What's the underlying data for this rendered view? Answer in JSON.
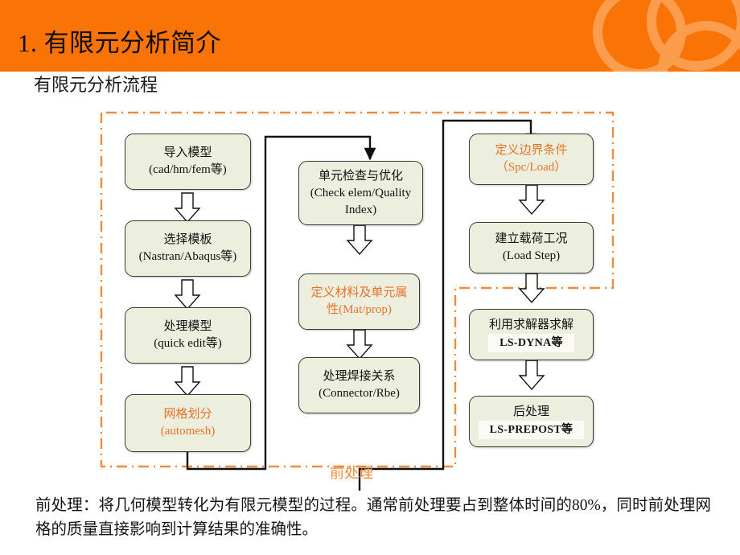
{
  "header": {
    "title": "1. 有限元分析简介",
    "subtitle": "有限元分析流程",
    "band_color": "#f97306",
    "deco_color": "#fb9d4d"
  },
  "flowchart": {
    "zone_label": "前处理",
    "zone_border_color": "#ef8b3c",
    "node_fill": "#ecefdd",
    "node_border": "#3b3b32",
    "accent_text_color": "#e8712a",
    "columns": [
      {
        "name": "preprocess-left",
        "nodes": [
          {
            "id": "import-model",
            "line1": "导入模型",
            "line2": "(cad/hm/fem等)",
            "accent": false
          },
          {
            "id": "select-template",
            "line1": "选择模板",
            "line2": "(Nastran/Abaqus等)",
            "accent": false
          },
          {
            "id": "process-model",
            "line1": "处理模型",
            "line2": "(quick edit等)",
            "accent": false
          },
          {
            "id": "mesh-generation",
            "line1": "网格划分",
            "line2": "(automesh)",
            "accent": true
          }
        ]
      },
      {
        "name": "preprocess-middle",
        "nodes": [
          {
            "id": "element-check",
            "line1": "单元检查与优化",
            "line2": "(Check elem/Quality",
            "line3": "Index)",
            "accent": false
          },
          {
            "id": "define-material",
            "line1": "定义材料及单元属",
            "line2": "性(Mat/prop)",
            "accent": true
          },
          {
            "id": "weld-connection",
            "line1": "处理焊接关系",
            "line2": "(Connector/Rbe)",
            "accent": false
          }
        ]
      },
      {
        "name": "solve-right",
        "nodes": [
          {
            "id": "define-boundary",
            "line1": "定义边界条件",
            "line2": "（Spc/Load）",
            "accent": true
          },
          {
            "id": "load-step",
            "line1": "建立载荷工况",
            "line2": "(Load Step)",
            "accent": false
          },
          {
            "id": "run-solver",
            "line1": "利用求解器求解",
            "line2": "LS-DYNA等",
            "highlight2": true,
            "accent": false
          },
          {
            "id": "post-process",
            "line1": "后处理",
            "line2": "LS-PREPOST等",
            "highlight2": true,
            "accent": false
          }
        ]
      }
    ]
  },
  "footnote": {
    "text": "前处理：将几何模型转化为有限元模型的过程。通常前处理要占到整体时间的80%，同时前处理网格的质量直接影响到计算结果的准确性。"
  }
}
